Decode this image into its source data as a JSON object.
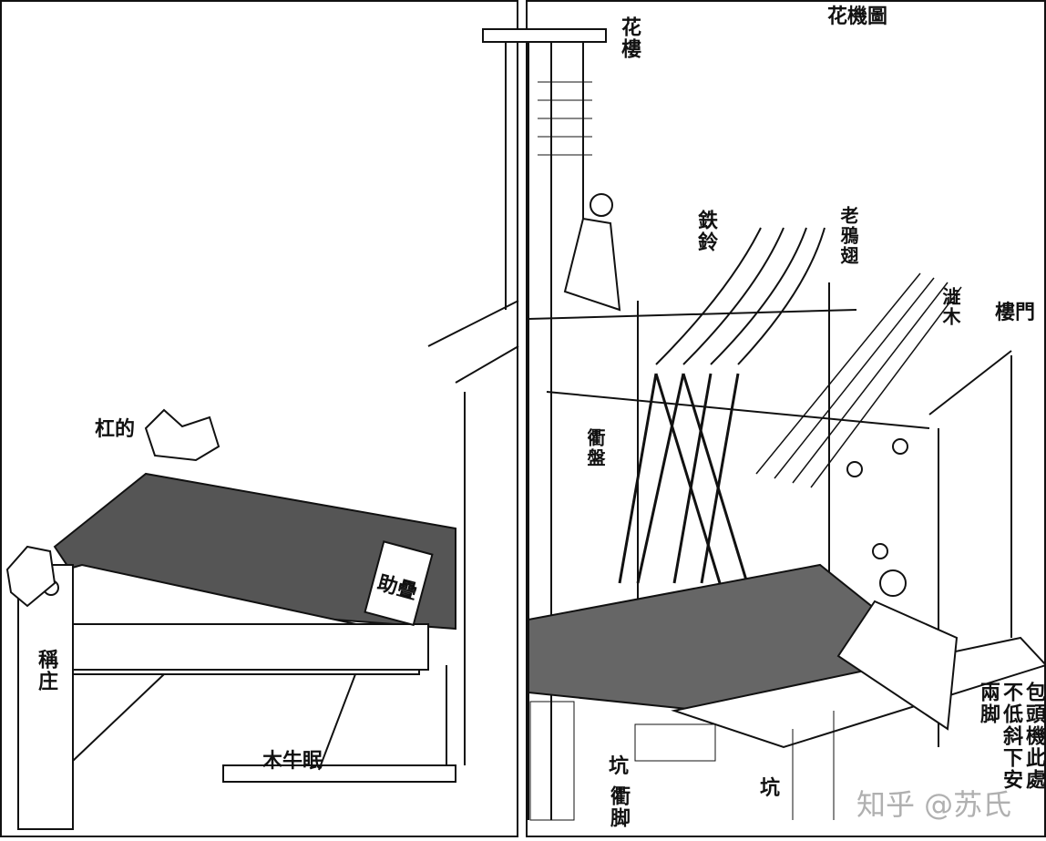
{
  "title": "花機圖",
  "labels": {
    "hualou": "花樓",
    "tieling": "鉄鈴",
    "laoyachi": "老鴉翅",
    "semu": "澁木",
    "menlou": "樓門",
    "digang": "杠的",
    "qupan": "衢盤",
    "diezhu": "助疊",
    "chengzhuang": "稱庄",
    "mianniumu": "木牛眠",
    "keng_left": "坑",
    "qujiao": "衢脚",
    "keng_right": "坑",
    "note_col1": "包頭機此處",
    "note_col2": "不低斜下安",
    "note_col3": "兩脚"
  },
  "watermark": "知乎 @苏氏"
}
